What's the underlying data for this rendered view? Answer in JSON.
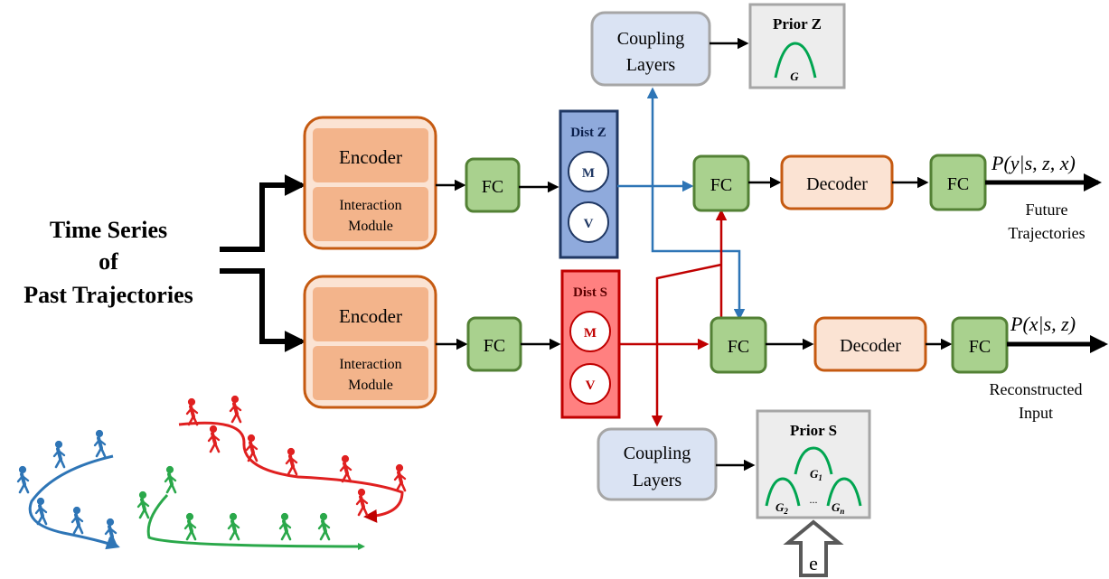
{
  "input_title": [
    "Time Series",
    "of",
    "Past Trajectories"
  ],
  "encoder_top": {
    "encoder_label": "Encoder",
    "interaction_label": [
      "Interaction",
      "Module"
    ]
  },
  "encoder_bottom": {
    "encoder_label": "Encoder",
    "interaction_label": [
      "Interaction",
      "Module"
    ]
  },
  "fc_label": "FC",
  "dist_z": {
    "title": "Dist Z",
    "m": "M",
    "v": "V"
  },
  "dist_s": {
    "title": "Dist S",
    "m": "M",
    "v": "V"
  },
  "coupling_top": [
    "Coupling",
    "Layers"
  ],
  "coupling_bottom": [
    "Coupling",
    "Layers"
  ],
  "prior_z": {
    "title": "Prior Z",
    "g": "G"
  },
  "prior_s": {
    "title": "Prior S",
    "g1": "G",
    "g1_sub": "1",
    "g2": "G",
    "g2_sub": "2",
    "gn": "G",
    "gn_sub": "n",
    "dots": "..."
  },
  "decoder_label": "Decoder",
  "output_top": {
    "formula": "P(y|s, z, x)",
    "caption": [
      "Future",
      "Trajectories"
    ]
  },
  "output_bottom": {
    "formula": "P(x|s, z)",
    "caption": [
      "Reconstructed",
      "Input"
    ]
  },
  "e_label": "e",
  "colors": {
    "encoder_outer": "#fbe3d3",
    "encoder_inner": "#f3b48b",
    "encoder_border": "#c55a11",
    "fc_fill": "#a9d18e",
    "fc_border": "#538135",
    "dist_z_fill": "#8faadc",
    "dist_z_border": "#203864",
    "dist_s_fill": "#ff8080",
    "dist_s_border": "#c00000",
    "coupling_fill": "#dae3f3",
    "coupling_border": "#a6a6a6",
    "prior_fill": "#ededed",
    "prior_border": "#a6a6a6",
    "blue_arrow": "#2e75b6",
    "red_arrow": "#c00000",
    "walker_blue": "#2e75b6",
    "walker_red": "#e02020",
    "walker_green": "#2aa84a"
  }
}
